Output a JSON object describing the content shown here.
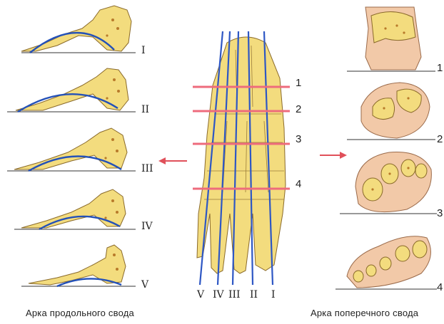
{
  "longitudinal_labels": [
    "I",
    "II",
    "III",
    "IV",
    "V"
  ],
  "transverse_labels": [
    "1",
    "2",
    "3",
    "4"
  ],
  "foot_ray_labels": [
    "V",
    "IV",
    "III",
    "II",
    "I"
  ],
  "section_line_labels": [
    "1",
    "2",
    "3",
    "4"
  ],
  "captions": {
    "left": "Арка  продольного  свода",
    "right": "Арка  поперечного  свода"
  },
  "colors": {
    "bone": "#f3dc7e",
    "soft_tissue": "#f2c9a8",
    "arch_line": "#2451b8",
    "section_line": "#ee6b7c"
  }
}
